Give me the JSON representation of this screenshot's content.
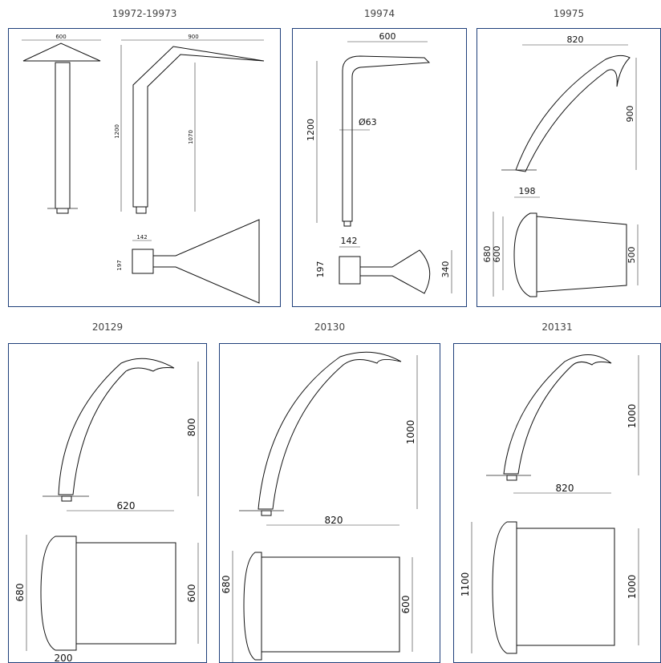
{
  "colors": {
    "frame": "#1f3f7a",
    "title": "#444444",
    "line": "#222222"
  },
  "panels": [
    {
      "title": "19972-19973",
      "dims": {
        "top_width": "600",
        "side_width": "900",
        "height": "1200",
        "inner_height": "1070",
        "base_w": "142",
        "base_h": "197"
      }
    },
    {
      "title": "19974",
      "dims": {
        "width": "600",
        "height": "1200",
        "diameter": "Ø63",
        "base_w": "142",
        "base_h": "197",
        "mouth": "340"
      }
    },
    {
      "title": "19975",
      "dims": {
        "width": "820",
        "height": "900",
        "top_w": "198",
        "outer_h": "680",
        "inner_h": "600",
        "mouth": "500"
      }
    },
    {
      "title": "20129",
      "dims": {
        "height": "800",
        "width": "620",
        "outer_h": "680",
        "mouth": "600",
        "bottom_w": "200"
      }
    },
    {
      "title": "20130",
      "dims": {
        "height": "1000",
        "width": "820",
        "outer_h": "680",
        "mouth": "600"
      }
    },
    {
      "title": "20131",
      "dims": {
        "height": "1000",
        "width": "820",
        "outer_h": "1100",
        "mouth": "1000"
      }
    }
  ]
}
